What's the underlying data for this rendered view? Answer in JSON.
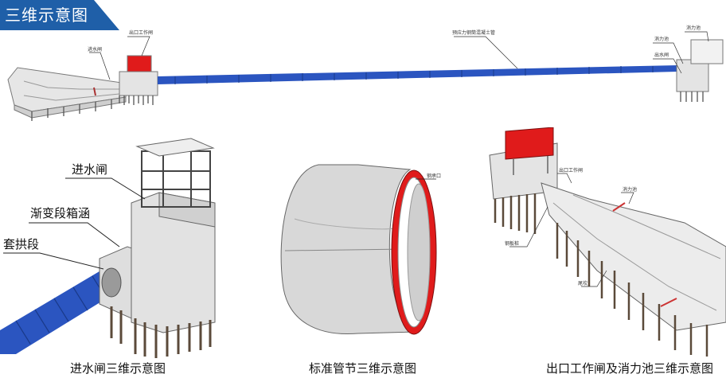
{
  "header": {
    "title": "三维示意图"
  },
  "overview": {
    "labels": [
      "进水闸",
      "出口工作闸",
      "预应力钢筒混凝土管",
      "消力池",
      "出水闸",
      "消力池"
    ]
  },
  "inlet_gate": {
    "caption": "进水闸三维示意图",
    "labels": {
      "gate": "进水闸",
      "box_culvert": "渐变段箱涵",
      "arch": "套拱段"
    }
  },
  "pipe_section": {
    "caption": "标准管节三维示意图",
    "labels": {
      "steel_ring": "钢承口"
    }
  },
  "outlet_gate": {
    "caption": "出口工作闸及消力池三维示意图",
    "labels": [
      "出口工作闸",
      "消力池",
      "钢板桩",
      "尾坎"
    ]
  },
  "colors": {
    "title_bg": "#1f5fa8",
    "pipe_blue": "#2b55c0",
    "gate_red": "#e01b1b",
    "concrete": "#e3e3e3",
    "pile": "#5b4a3a"
  }
}
